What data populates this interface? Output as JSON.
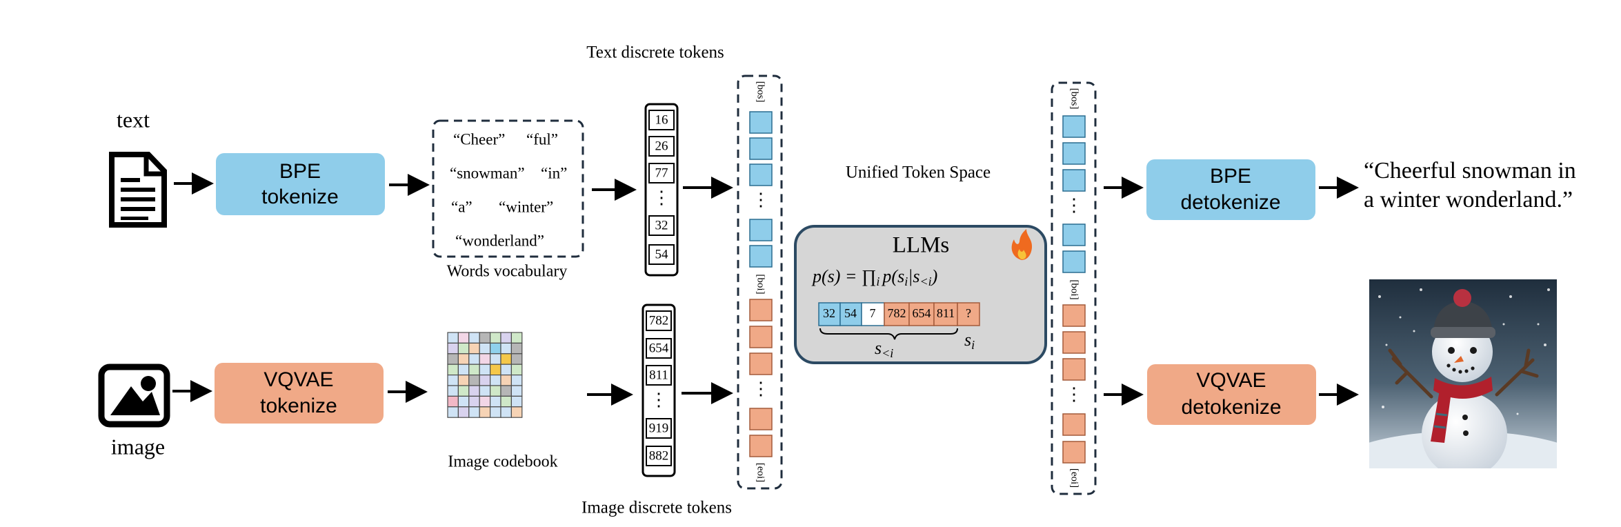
{
  "labels": {
    "text_input": "text",
    "image_input": "image",
    "text_tokens_caption": "Text discrete tokens",
    "image_tokens_caption": "Image discrete tokens",
    "words_vocab_caption": "Words vocabulary",
    "image_codebook_caption": "Image codebook",
    "unified_space": "Unified Token Space"
  },
  "boxes": {
    "bpe_tokenize_1": "BPE",
    "bpe_tokenize_2": "tokenize",
    "vqvae_tokenize_1": "VQVAE",
    "vqvae_tokenize_2": "tokenize",
    "bpe_detokenize_1": "BPE",
    "bpe_detokenize_2": "detokenize",
    "vqvae_detokenize_1": "VQVAE",
    "vqvae_detokenize_2": "detokenize"
  },
  "vocabulary": {
    "row1a": "“Cheer”",
    "row1b": "“ful”",
    "row2a": "“snowman”",
    "row2b": "“in”",
    "row3a": "“a”",
    "row3b": "“winter”",
    "row4": "“wonderland”"
  },
  "text_token_ids": [
    "16",
    "26",
    "77",
    "32",
    "54"
  ],
  "image_token_ids": [
    "782",
    "654",
    "811",
    "919",
    "882"
  ],
  "vdots": "⋮",
  "special_tokens": {
    "bos": "[bos]",
    "boi": "[boi]",
    "eoi": "[eoi]"
  },
  "llm": {
    "title": "LLMs",
    "formula_lhs": "p(s) = ∏",
    "formula_sub_i": "i",
    "formula_rhs": "p(s",
    "formula_cond": "|s",
    "formula_sub_lt": "<i",
    "formula_close": ")",
    "seq_tokens": [
      "32",
      "54",
      "7",
      "782",
      "654",
      "811",
      "?"
    ],
    "s_lt_i": "s",
    "s_lt_i_sub": "<i",
    "s_i": "s",
    "s_i_sub": "i",
    "fire_icon": "fire-icon"
  },
  "output_text": {
    "line1": "“Cheerful snowman in",
    "line2": "a winter wonderland.”"
  },
  "codebook_colors": [
    [
      "#cfe3f5",
      "#f2d6e6",
      "#cfe3f5",
      "#b6b6b6",
      "#cfe8c8",
      "#d8d2ee",
      "#cfe8c8"
    ],
    [
      "#d8d2ee",
      "#cfe8c8",
      "#f6d3b5",
      "#cfe3f5",
      "#8fd1ec",
      "#cfe3f5",
      "#b6b6b6"
    ],
    [
      "#b6b6b6",
      "#f6d3b5",
      "#cfe3f5",
      "#f2d6e6",
      "#cfe3f5",
      "#f5c84a",
      "#b6b6b6"
    ],
    [
      "#cfe8c8",
      "#cfe3f5",
      "#cfe8c8",
      "#cfe3f5",
      "#f5c84a",
      "#cfe3f5",
      "#cfe8c8"
    ],
    [
      "#cfe3f5",
      "#f6d3b5",
      "#b6b6b6",
      "#d8d2ee",
      "#cfe3f5",
      "#f6d3b5",
      "#cfe3f5"
    ],
    [
      "#cfe3f5",
      "#cfe8c8",
      "#d8d2ee",
      "#cfe3f5",
      "#cfe8c8",
      "#b6b6b6",
      "#cfe3f5"
    ],
    [
      "#f2b8c6",
      "#cfe3f5",
      "#d8d2ee",
      "#f2d6e6",
      "#cfe3f5",
      "#cfe8c8",
      "#cfe3f5"
    ],
    [
      "#cfe3f5",
      "#d8d2ee",
      "#cfe3f5",
      "#f6d3b5",
      "#cfe3f5",
      "#cfe3f5",
      "#f6d3b5"
    ]
  ],
  "colors": {
    "blue": "#8fcdea",
    "orange": "#f0a987",
    "llm_bg": "#d6d6d6",
    "llm_border": "#2c4a63"
  }
}
